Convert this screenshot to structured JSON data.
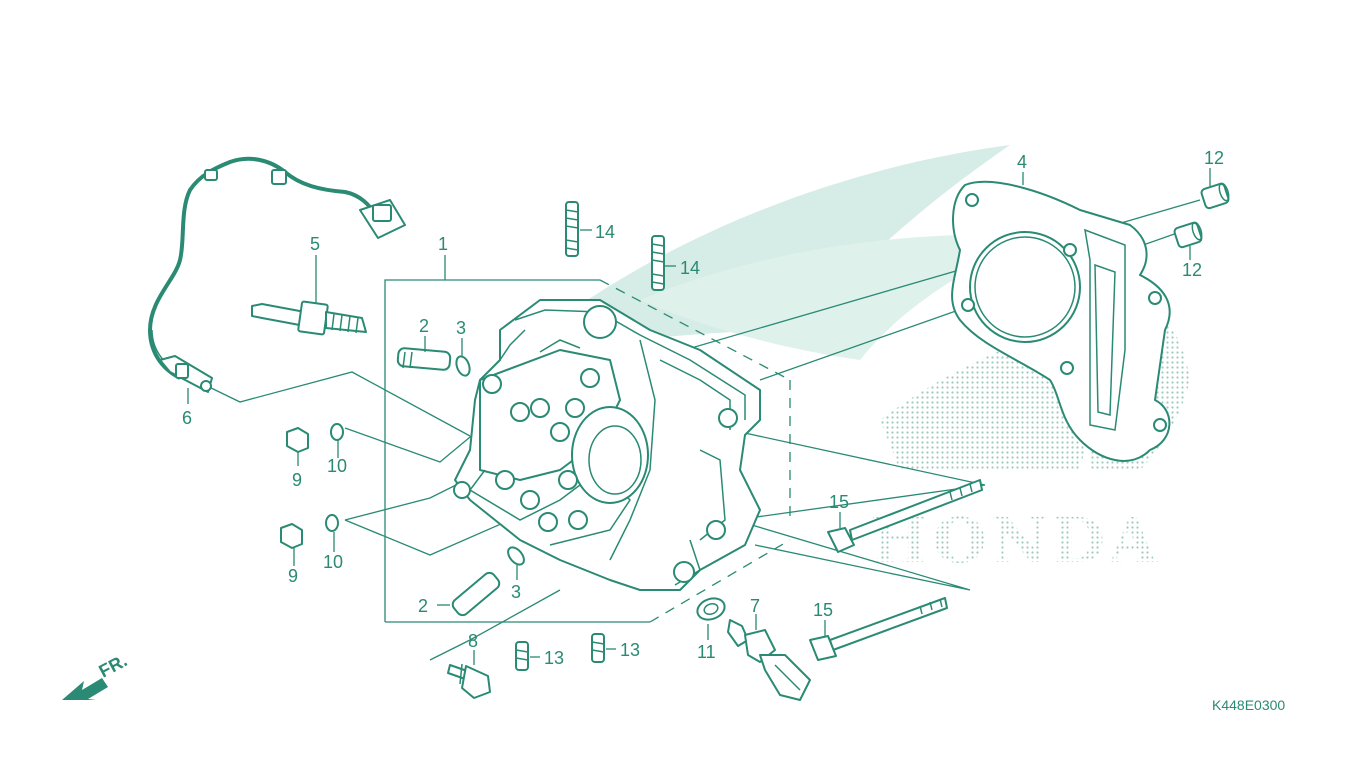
{
  "diagram": {
    "line_color": "#2a8a74",
    "watermark_color": "#d6ece6",
    "watermark_text": "HONDA",
    "reference_code": "K448E0300",
    "front_indicator": "FR."
  },
  "parts": {
    "p1": "1",
    "p2a": "2",
    "p2b": "2",
    "p3a": "3",
    "p3b": "3",
    "p4": "4",
    "p5": "5",
    "p6": "6",
    "p7": "7",
    "p8": "8",
    "p9a": "9",
    "p9b": "9",
    "p10a": "10",
    "p10b": "10",
    "p11": "11",
    "p12a": "12",
    "p12b": "12",
    "p13a": "13",
    "p13b": "13",
    "p14a": "14",
    "p14b": "14",
    "p15a": "15",
    "p15b": "15"
  }
}
